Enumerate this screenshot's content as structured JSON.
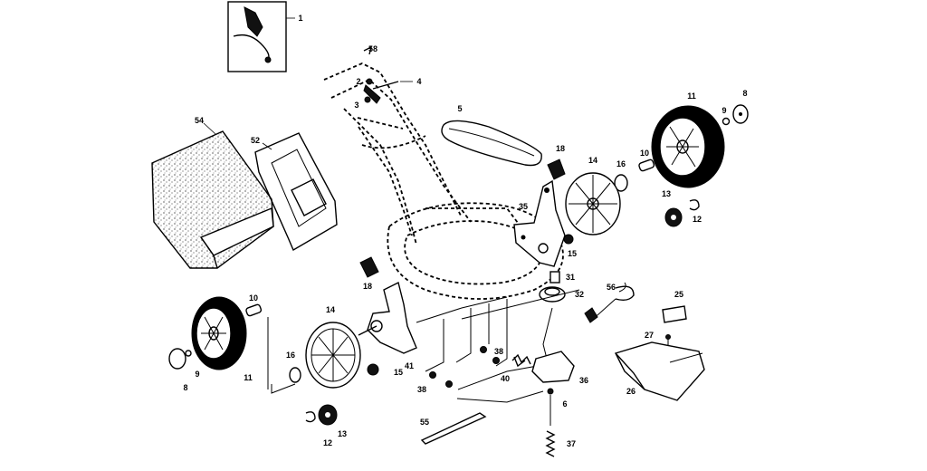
{
  "diagram": {
    "callouts": {
      "c1": "1",
      "c2": "2",
      "c3": "3",
      "c4": "4",
      "c5": "5",
      "c6": "6",
      "c8a": "8",
      "c8b": "8",
      "c9a": "9",
      "c9b": "9",
      "c10a": "10",
      "c10b": "10",
      "c11a": "11",
      "c11b": "11",
      "c12a": "12",
      "c12b": "12",
      "c13a": "13",
      "c13b": "13",
      "c14a": "14",
      "c14b": "14",
      "c15a": "15",
      "c15b": "15",
      "c16a": "16",
      "c16b": "16",
      "c18a": "18",
      "c18b": "18",
      "c25": "25",
      "c26": "26",
      "c27": "27",
      "c31": "31",
      "c32": "32",
      "c35": "35",
      "c36": "36",
      "c37": "37",
      "c38a": "38",
      "c38b": "38",
      "c40": "40",
      "c41": "41",
      "c52": "52",
      "c54": "54",
      "c55": "55",
      "c56": "56",
      "c58": "58"
    }
  }
}
